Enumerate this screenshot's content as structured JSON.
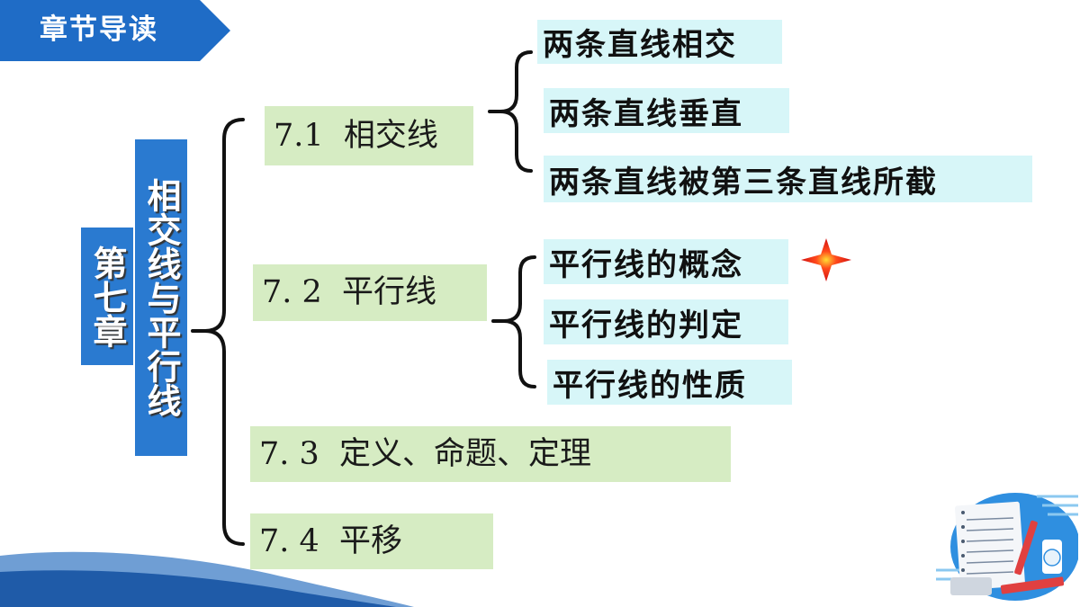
{
  "header": {
    "label": "章节导读"
  },
  "chapter": {
    "label": "第七章",
    "title": "相交线与平行线"
  },
  "sections": [
    {
      "label": "7.1  相交线",
      "subs": [
        "两条直线相交",
        "两条直线垂直",
        "两条直线被第三条直线所截"
      ]
    },
    {
      "label": "7. 2  平行线",
      "subs": [
        "平行线的概念",
        "平行线的判定",
        "平行线的性质"
      ]
    },
    {
      "label": "7. 3  定义、命题、定理"
    },
    {
      "label": "7. 4  平移"
    }
  ],
  "colors": {
    "header": "#1f6cc6",
    "chapter_box": "#2a7ad0",
    "section_bg": "#d6ecc3",
    "sub_bg": "#d7f6f8",
    "star": "#e52420"
  },
  "icons": {
    "highlight": "red-star-icon",
    "decoration": "math-stationery-illustration"
  }
}
